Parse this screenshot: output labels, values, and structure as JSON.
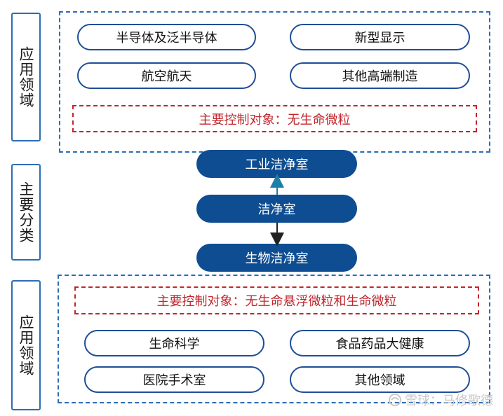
{
  "top_section": {
    "side_label": "应用领域",
    "items": [
      "半导体及泛半导体",
      "新型显示",
      "航空航天",
      "其他高端制造"
    ],
    "control_note": "主要控制对象：无生命微粒"
  },
  "middle_section": {
    "side_label": "主要分类",
    "nodes": [
      "工业洁净室",
      "洁净室",
      "生物洁净室"
    ]
  },
  "bottom_section": {
    "side_label": "应用领域",
    "control_note": "主要控制对象：无生命悬浮微粒和生命微粒",
    "items": [
      "生命科学",
      "食品药品大健康",
      "医院手术室",
      "其他领域"
    ]
  },
  "watermark": {
    "text": "雪球：马修歌德",
    "icon": "snowball-logo-icon"
  },
  "colors": {
    "blue": "#2e6db4",
    "navy": "#0e4d92",
    "red": "#c0272d"
  }
}
